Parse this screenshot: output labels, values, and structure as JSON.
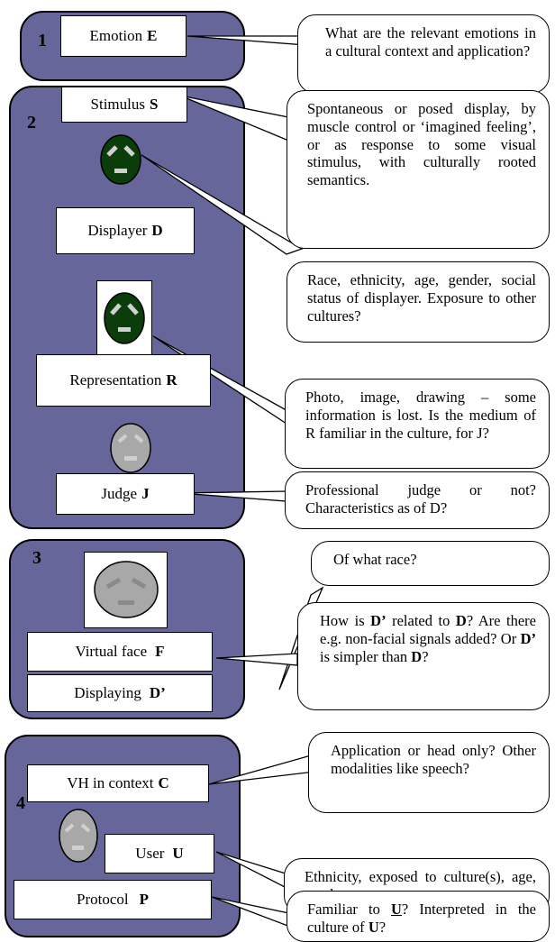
{
  "sections": [
    {
      "number": "1"
    },
    {
      "number": "2"
    },
    {
      "number": "3"
    },
    {
      "number": "4"
    }
  ],
  "boxes": {
    "emotion": {
      "text": "Emotion",
      "symbol": "E"
    },
    "stimulus": {
      "text": "Stimulus",
      "symbol": "S"
    },
    "displayer": {
      "text": "Displayer",
      "symbol": "D"
    },
    "representation": {
      "text": "Representation",
      "symbol": "R"
    },
    "judge": {
      "text": "Judge",
      "symbol": "J"
    },
    "virtual_face": {
      "text": "Virtual face",
      "symbol": "F"
    },
    "displaying": {
      "text": "Displaying",
      "symbol": "D’"
    },
    "vh_context": {
      "text": "VH in context",
      "symbol": "C"
    },
    "user": {
      "text": "User",
      "symbol": "U"
    },
    "protocol": {
      "text": "Protocol",
      "symbol": "P"
    }
  },
  "bubbles": {
    "emotion_q": "What are the relevant emotions in a cultural context and application?",
    "stimulus_q": "Spontaneous or posed display, by muscle control or ‘imagined feeling’, or as response to some visual stimulus, with culturally rooted semantics.",
    "displayer_q": "Race, ethnicity, age, gender, social status of displayer. Exposure to other cultures?",
    "representation_q": "Photo, image, drawing – some information is lost. Is the medium of R familiar in the culture, for J?",
    "judge_q": "Professional judge or not? Characteristics as of D?",
    "race_q": "Of what race?",
    "dprime_q": {
      "p1": "How is ",
      "b1": "D’",
      "p2": " related to ",
      "b2": "D",
      "p3": "? Are there e.g. non-facial signals added? Or ",
      "b3": "D’",
      "p4": " is simpler than ",
      "b4": "D",
      "p5": "?"
    },
    "context_q": "Application or head only? Other modalities like speech?",
    "user_q": "Ethnicity, exposed to culture(s), age, gender.",
    "protocol_q": {
      "p1": "Familiar to ",
      "b1": "U",
      "p2": "? Interpreted in the culture of ",
      "b2": "U",
      "p3": "?"
    }
  },
  "colors": {
    "section_fill": "#66669a",
    "face_dark": "#0b3d0b",
    "face_gray": "#a8a8a8",
    "face_features": "#d0d0d0"
  },
  "icons": [
    "dark-face-icon",
    "gray-face-icon"
  ]
}
